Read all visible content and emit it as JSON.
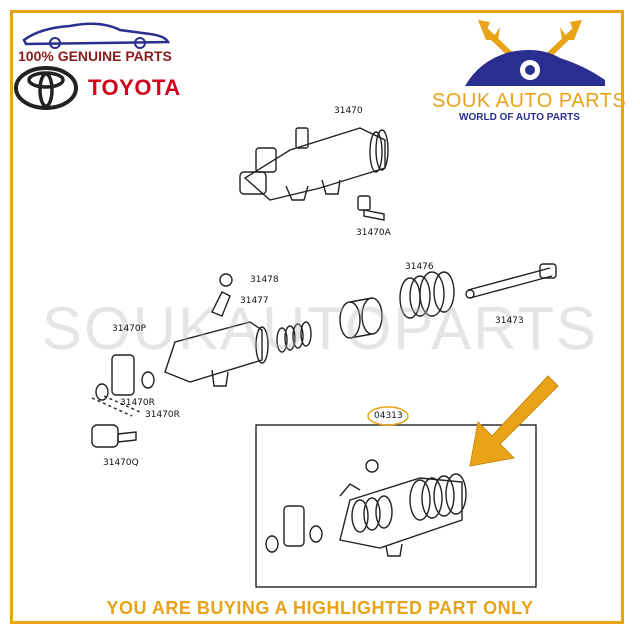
{
  "header": {
    "genuine_text": "100% GENUINE PARTS",
    "brand": "TOYOTA"
  },
  "store": {
    "name": "SOUK AUTO PARTS",
    "tagline": "WORLD OF AUTO PARTS"
  },
  "watermark": "SOUKAUTOPARTS",
  "diagram": {
    "labels": {
      "p31470": "31470",
      "p31470A": "31470A",
      "p31478": "31478",
      "p31477": "31477",
      "p31476": "31476",
      "p31473": "31473",
      "p31470P": "31470P",
      "p31470R_a": "31470R",
      "p31470R_b": "31470R",
      "p31470Q": "31470Q",
      "p04313": "04313"
    }
  },
  "footer": {
    "notice": "YOU ARE BUYING A HIGHLIGHTED PART ONLY"
  },
  "colors": {
    "accent": "#e8a317",
    "brand_red": "#d0021b",
    "navy": "#2a2f8f"
  }
}
